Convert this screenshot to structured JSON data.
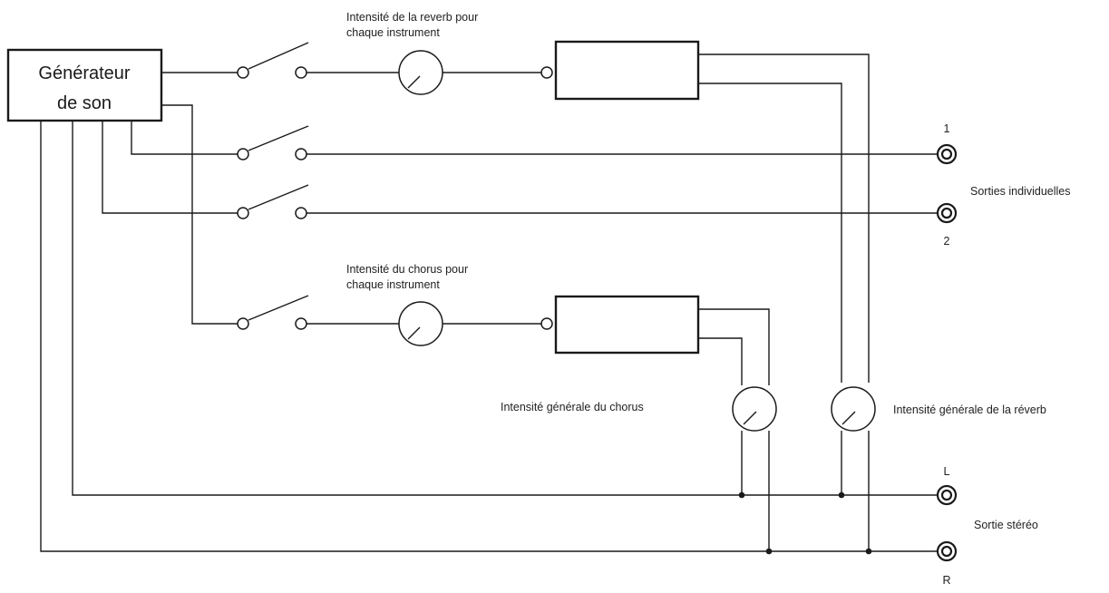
{
  "generator": {
    "line1": "Générateur",
    "line2": "de son"
  },
  "labels": {
    "reverb_instr_1": "Intensité de la reverb pour",
    "reverb_instr_2": "chaque instrument",
    "chorus_instr_1": "Intensité du chorus pour",
    "chorus_instr_2": "chaque instrument",
    "chorus_general": "Intensité générale du chorus",
    "reverb_general": "Intensité générale de la réverb",
    "individual_outputs": "Sorties individuelles",
    "stereo_output": "Sortie stéréo"
  },
  "outputs": {
    "out1": "1",
    "out2": "2",
    "left": "L",
    "right": "R"
  }
}
